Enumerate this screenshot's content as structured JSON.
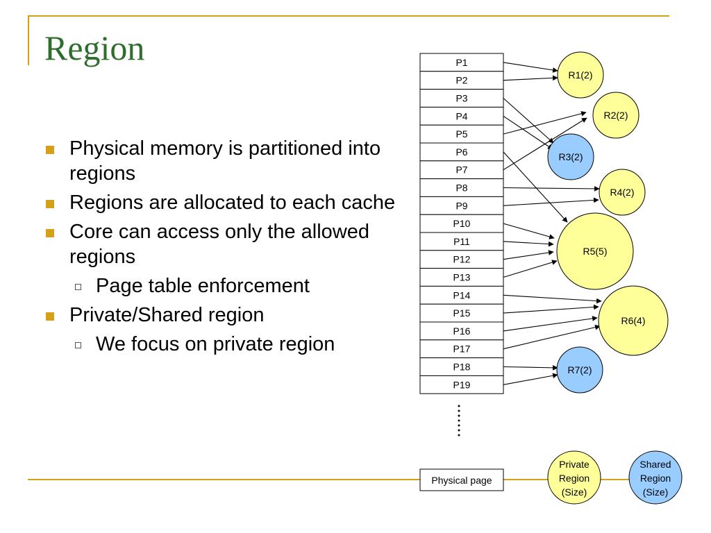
{
  "slide": {
    "title": "Region",
    "bullets": [
      {
        "level": 1,
        "text": "Physical memory is partitioned into regions"
      },
      {
        "level": 1,
        "text": "Regions are allocated to each cache"
      },
      {
        "level": 1,
        "text": "Core can access only the allowed regions"
      },
      {
        "level": 2,
        "text": "Page table enforcement"
      },
      {
        "level": 1,
        "text": "Private/Shared region"
      },
      {
        "level": 2,
        "text": "We focus on private region"
      }
    ]
  },
  "diagram": {
    "pages": [
      "P1",
      "P2",
      "P3",
      "P4",
      "P5",
      "P6",
      "P7",
      "P8",
      "P9",
      "P10",
      "P11",
      "P12",
      "P13",
      "P14",
      "P15",
      "P16",
      "P17",
      "P18",
      "P19"
    ],
    "regions": [
      {
        "label": "R1(2)",
        "kind": "private"
      },
      {
        "label": "R2(2)",
        "kind": "private"
      },
      {
        "label": "R3(2)",
        "kind": "shared"
      },
      {
        "label": "R4(2)",
        "kind": "private"
      },
      {
        "label": "R5(5)",
        "kind": "private"
      },
      {
        "label": "R6(4)",
        "kind": "private"
      },
      {
        "label": "R7(2)",
        "kind": "shared"
      }
    ],
    "mappings": [
      {
        "page": "P1",
        "region": "R1(2)"
      },
      {
        "page": "P2",
        "region": "R1(2)"
      },
      {
        "page": "P3",
        "region": "R3(2)"
      },
      {
        "page": "P4",
        "region": "R3(2)"
      },
      {
        "page": "P5",
        "region": "R2(2)"
      },
      {
        "page": "P7",
        "region": "R2(2)"
      },
      {
        "page": "P6",
        "region": "R5(5)"
      },
      {
        "page": "P8",
        "region": "R4(2)"
      },
      {
        "page": "P9",
        "region": "R4(2)"
      },
      {
        "page": "P10",
        "region": "R5(5)"
      },
      {
        "page": "P11",
        "region": "R5(5)"
      },
      {
        "page": "P12",
        "region": "R5(5)"
      },
      {
        "page": "P13",
        "region": "R5(5)"
      },
      {
        "page": "P14",
        "region": "R6(4)"
      },
      {
        "page": "P15",
        "region": "R6(4)"
      },
      {
        "page": "P16",
        "region": "R6(4)"
      },
      {
        "page": "P17",
        "region": "R6(4)"
      },
      {
        "page": "P18",
        "region": "R7(2)"
      },
      {
        "page": "P19",
        "region": "R7(2)"
      }
    ],
    "legend": {
      "physical_page": "Physical page",
      "private_region": [
        "Private",
        "Region",
        "(Size)"
      ],
      "shared_region": [
        "Shared",
        "Region",
        "(Size)"
      ]
    },
    "colors": {
      "private_fill": "#ffff99",
      "shared_fill": "#99ccff",
      "accent": "#d4a017",
      "title": "#2d6e2d"
    }
  }
}
